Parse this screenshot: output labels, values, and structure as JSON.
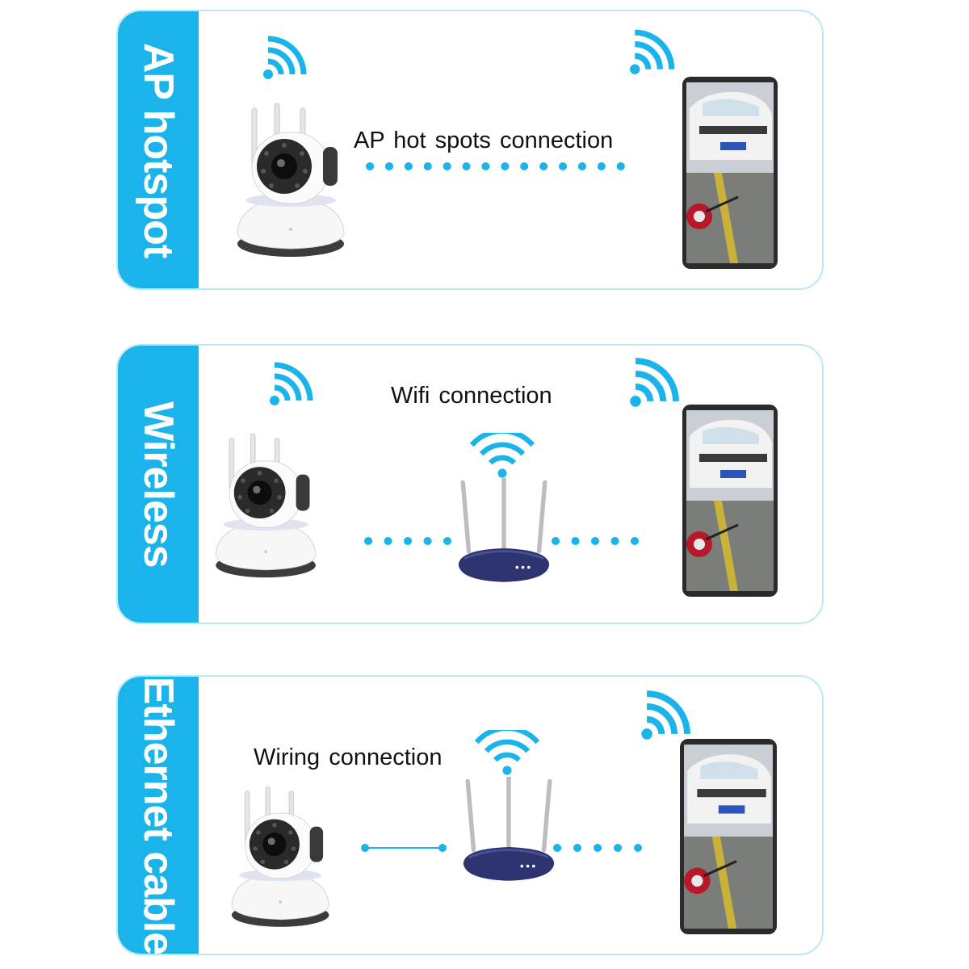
{
  "colors": {
    "accent": "#1ab3ea",
    "panel_border": "#b9e8f7",
    "router_body": "#2e3470"
  },
  "panels": [
    {
      "tab_label": "AP hotspot",
      "connection_label": "AP hot spots connection",
      "icons": [
        "wifi-signal-icon",
        "camera-illustration",
        "dotted-link",
        "smartphone-illustration"
      ]
    },
    {
      "tab_label": "Wireless",
      "connection_label": "Wifi connection",
      "icons": [
        "wifi-signal-icon",
        "camera-illustration",
        "router-illustration",
        "dotted-link",
        "smartphone-illustration"
      ]
    },
    {
      "tab_label": "Ethernet cable",
      "connection_label": "Wiring connection",
      "icons": [
        "wifi-signal-icon",
        "camera-illustration",
        "cable-link",
        "router-illustration",
        "dotted-link",
        "smartphone-illustration"
      ]
    }
  ]
}
